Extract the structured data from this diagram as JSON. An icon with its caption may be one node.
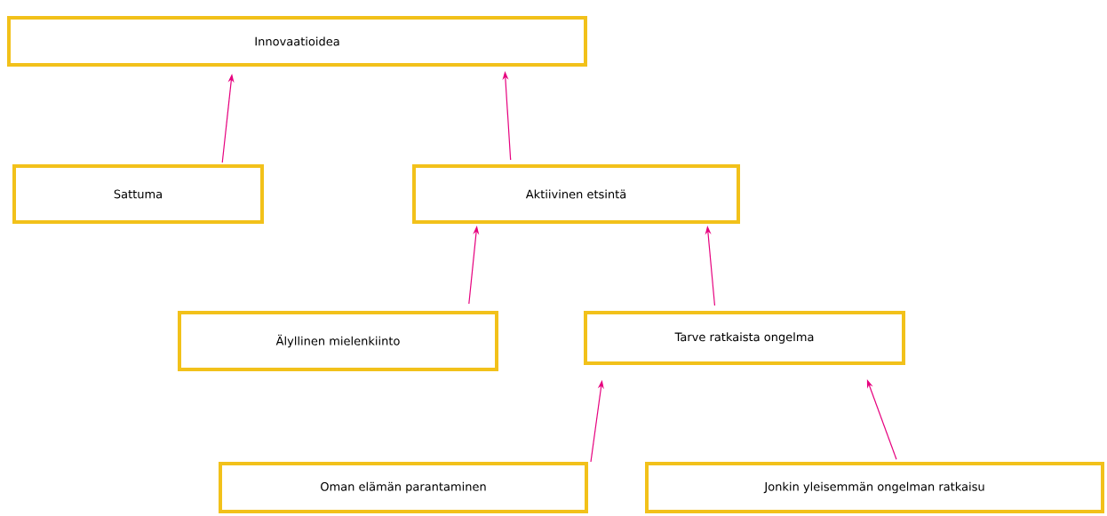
{
  "diagram": {
    "nodes": [
      {
        "text": [
          "Innovaatioidea"
        ]
      },
      {
        "text": [
          "Sattuma"
        ]
      },
      {
        "text": [
          "Aktiivinen etsintä"
        ]
      },
      {
        "text": [
          "Älyllinen mielenkiinto"
        ]
      },
      {
        "text": [
          "Tarve ratkaista ongelma"
        ]
      },
      {
        "text": [
          "Oman elämän parantaminen"
        ]
      },
      {
        "text": [
          "Jonkin yleisemmän ongelman ratkaisu"
        ]
      }
    ],
    "edges": [
      {
        "from": 1,
        "to": 0,
        "arrow": "to"
      },
      {
        "from": 2,
        "to": 0,
        "arrow": "to"
      },
      {
        "from": 3,
        "to": 2,
        "arrow": "to"
      },
      {
        "from": 4,
        "to": 2,
        "arrow": "to"
      },
      {
        "from": 5,
        "to": 4,
        "arrow": "to"
      },
      {
        "from": 6,
        "to": 4,
        "arrow": "to"
      }
    ]
  }
}
